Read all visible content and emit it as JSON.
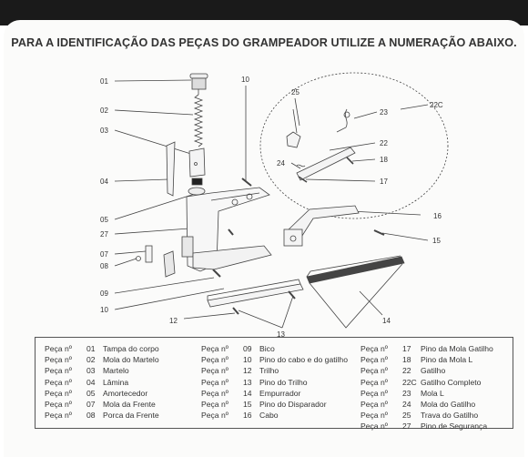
{
  "heading": "PARA A IDENTIFICAÇÃO DAS PEÇAS DO GRAMPEADOR UTILIZE A NUMERAÇÃO ABAIXO.",
  "callouts": {
    "c01": "01",
    "c02": "02",
    "c03": "03",
    "c04": "04",
    "c05": "05",
    "c27": "27",
    "c07": "07",
    "c08": "08",
    "c09": "09",
    "c10a": "10",
    "c10b": "10",
    "c12": "12",
    "c13": "13",
    "c14": "14",
    "c15": "15",
    "c16": "16",
    "c25": "25",
    "c23": "23",
    "c22c": "22C",
    "c22": "22",
    "c24": "24",
    "c18": "18",
    "c17": "17"
  },
  "legend": {
    "columns": [
      [
        {
          "prefix": "Peça nº",
          "num": "01",
          "name": "Tampa do corpo"
        },
        {
          "prefix": "Peça nº",
          "num": "02",
          "name": "Mola do Martelo"
        },
        {
          "prefix": "Peça nº",
          "num": "03",
          "name": "Martelo"
        },
        {
          "prefix": "Peça nº",
          "num": "04",
          "name": "Lâmina"
        },
        {
          "prefix": "Peça nº",
          "num": "05",
          "name": "Amortecedor"
        },
        {
          "prefix": "Peça nº",
          "num": "07",
          "name": "Mola da Frente"
        },
        {
          "prefix": "Peça nº",
          "num": "08",
          "name": "Porca da Frente"
        }
      ],
      [
        {
          "prefix": "Peça nº",
          "num": "09",
          "name": "Bico"
        },
        {
          "prefix": "Peça nº",
          "num": "10",
          "name": "Pino do cabo e do gatilho"
        },
        {
          "prefix": "Peça nº",
          "num": "12",
          "name": "Trilho"
        },
        {
          "prefix": "Peça nº",
          "num": "13",
          "name": "Pino do Trilho"
        },
        {
          "prefix": "Peça nº",
          "num": "14",
          "name": "Empurrador"
        },
        {
          "prefix": "Peça nº",
          "num": "15",
          "name": "Pino do Disparador"
        },
        {
          "prefix": "Peça nº",
          "num": "16",
          "name": "Cabo"
        }
      ],
      [
        {
          "prefix": "Peça nº",
          "num": "17",
          "name": "Pino da Mola Gatilho"
        },
        {
          "prefix": "Peça nº",
          "num": "18",
          "name": "Pino da Mola L"
        },
        {
          "prefix": "Peça nº",
          "num": "22",
          "name": "Gatilho"
        },
        {
          "prefix": "Peça nº",
          "num": "22C",
          "name": "Gatilho Completo"
        },
        {
          "prefix": "Peça nº",
          "num": "23",
          "name": "Mola L"
        },
        {
          "prefix": "Peça nº",
          "num": "24",
          "name": "Mola do Gatilho"
        },
        {
          "prefix": "Peça nº",
          "num": "25",
          "name": "Trava do Gatilho"
        },
        {
          "prefix": "Peça nº",
          "num": "27",
          "name": "Pino de Segurança"
        }
      ]
    ]
  }
}
